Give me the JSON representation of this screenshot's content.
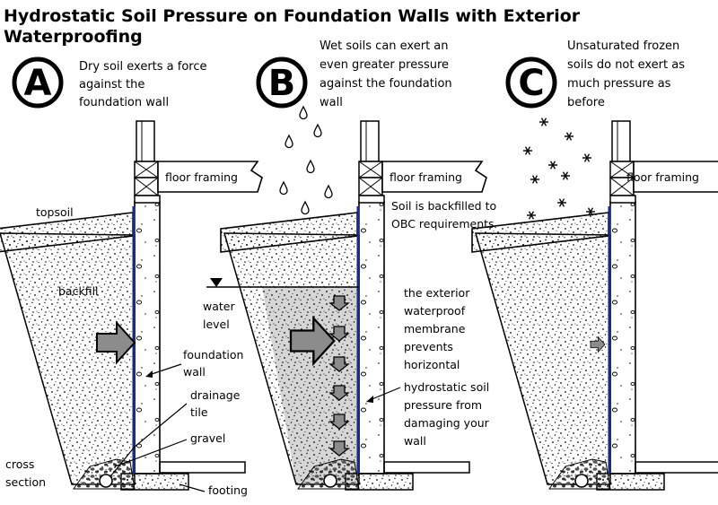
{
  "title": {
    "line1": "Hydrostatic Soil Pressure on Foundation Walls with Exterior",
    "line2": "Waterproofing"
  },
  "panels": [
    {
      "letter": "A",
      "caption": [
        "Dry soil exerts a force",
        "against the",
        "foundation wall"
      ],
      "floor_framing": "floor framing"
    },
    {
      "letter": "B",
      "caption": [
        "Wet soils can exert an",
        "even greater pressure",
        "against the foundation",
        "wall"
      ],
      "floor_framing": "floor framing"
    },
    {
      "letter": "C",
      "caption": [
        "Unsaturated frozen",
        "soils do not exert as",
        "much pressure as",
        "before"
      ],
      "floor_framing": "floor framing"
    }
  ],
  "labels": {
    "topsoil": "topsoil",
    "backfill": "backfill",
    "foundation_wall": [
      "foundation",
      "wall"
    ],
    "drainage_tile": [
      "drainage",
      "tile"
    ],
    "gravel": "gravel",
    "cross_section": [
      "cross",
      "section"
    ],
    "footing": "footing",
    "water_level": [
      "water",
      "level"
    ],
    "backfill_note": [
      "Soil is backfilled to",
      "OBC requirements"
    ],
    "membrane_note": [
      "the exterior",
      "waterproof",
      "membrane",
      "prevents",
      "horizontal",
      "hydrostatic soil",
      "pressure from",
      "damaging your",
      "wall"
    ]
  },
  "colors": {
    "membrane": "#1a2a8a",
    "wet_soil": "#d6d6d6",
    "arrow_fill": "#8c8c8c",
    "ink": "#000000"
  },
  "icons": [
    "raindrop-icon",
    "snowflake-icon",
    "pressure-arrow-icon"
  ]
}
